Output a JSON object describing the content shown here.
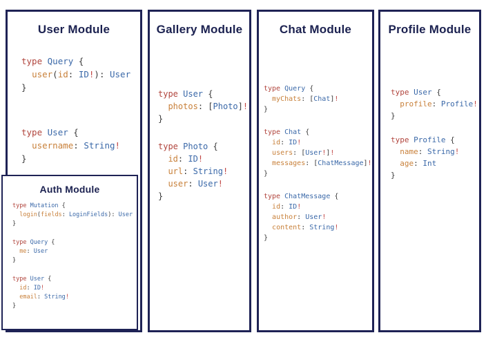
{
  "palette": {
    "background": "#ffffff",
    "border": "#1e2255",
    "title_color": "#1b2150",
    "code_keyword": "#b1453d",
    "code_type": "#3a68a8",
    "code_field": "#c8803a",
    "code_bang": "#c04543",
    "code_punct": "#3b3b3b"
  },
  "modules": [
    {
      "id": "user",
      "title": "User Module",
      "blocks": [
        {
          "lines": [
            [
              [
                "keyword",
                "type "
              ],
              [
                "type",
                "Query"
              ],
              [
                "punct",
                " {"
              ]
            ],
            [
              [
                "punct",
                "  "
              ],
              [
                "field",
                "user"
              ],
              [
                "punct",
                "("
              ],
              [
                "field",
                "id"
              ],
              [
                "punct",
                ": "
              ],
              [
                "type",
                "ID"
              ],
              [
                "bang",
                "!"
              ],
              [
                "punct",
                "): "
              ],
              [
                "type",
                "User"
              ]
            ],
            [
              [
                "punct",
                "}"
              ]
            ]
          ]
        },
        {
          "lines": [
            [
              [
                "keyword",
                "type "
              ],
              [
                "type",
                "User"
              ],
              [
                "punct",
                " {"
              ]
            ],
            [
              [
                "punct",
                "  "
              ],
              [
                "field",
                "username"
              ],
              [
                "punct",
                ": "
              ],
              [
                "type",
                "String"
              ],
              [
                "bang",
                "!"
              ]
            ],
            [
              [
                "punct",
                "}"
              ]
            ]
          ]
        }
      ]
    },
    {
      "id": "auth",
      "title": "Auth Module",
      "blocks": [
        {
          "lines": [
            [
              [
                "keyword",
                "type "
              ],
              [
                "type",
                "Mutation"
              ],
              [
                "punct",
                " {"
              ]
            ],
            [
              [
                "punct",
                "  "
              ],
              [
                "field",
                "login"
              ],
              [
                "punct",
                "("
              ],
              [
                "field",
                "fields"
              ],
              [
                "punct",
                ": "
              ],
              [
                "type",
                "LoginFields"
              ],
              [
                "punct",
                "): "
              ],
              [
                "type",
                "User"
              ]
            ],
            [
              [
                "punct",
                "}"
              ]
            ]
          ]
        },
        {
          "lines": [
            [
              [
                "keyword",
                "type "
              ],
              [
                "type",
                "Query"
              ],
              [
                "punct",
                " {"
              ]
            ],
            [
              [
                "punct",
                "  "
              ],
              [
                "field",
                "me"
              ],
              [
                "punct",
                ": "
              ],
              [
                "type",
                "User"
              ]
            ],
            [
              [
                "punct",
                "}"
              ]
            ]
          ]
        },
        {
          "lines": [
            [
              [
                "keyword",
                "type "
              ],
              [
                "type",
                "User"
              ],
              [
                "punct",
                " {"
              ]
            ],
            [
              [
                "punct",
                "  "
              ],
              [
                "field",
                "id"
              ],
              [
                "punct",
                ": "
              ],
              [
                "type",
                "ID"
              ],
              [
                "bang",
                "!"
              ]
            ],
            [
              [
                "punct",
                "  "
              ],
              [
                "field",
                "email"
              ],
              [
                "punct",
                ": "
              ],
              [
                "type",
                "String"
              ],
              [
                "bang",
                "!"
              ]
            ],
            [
              [
                "punct",
                "}"
              ]
            ]
          ]
        }
      ]
    },
    {
      "id": "gallery",
      "title": "Gallery Module",
      "blocks": [
        {
          "lines": [
            [
              [
                "keyword",
                "type "
              ],
              [
                "type",
                "User"
              ],
              [
                "punct",
                " {"
              ]
            ],
            [
              [
                "punct",
                "  "
              ],
              [
                "field",
                "photos"
              ],
              [
                "punct",
                ": ["
              ],
              [
                "type",
                "Photo"
              ],
              [
                "punct",
                "]"
              ],
              [
                "bang",
                "!"
              ]
            ],
            [
              [
                "punct",
                "}"
              ]
            ]
          ]
        },
        {
          "lines": [
            [
              [
                "keyword",
                "type "
              ],
              [
                "type",
                "Photo"
              ],
              [
                "punct",
                " {"
              ]
            ],
            [
              [
                "punct",
                "  "
              ],
              [
                "field",
                "id"
              ],
              [
                "punct",
                ": "
              ],
              [
                "type",
                "ID"
              ],
              [
                "bang",
                "!"
              ]
            ],
            [
              [
                "punct",
                "  "
              ],
              [
                "field",
                "url"
              ],
              [
                "punct",
                ": "
              ],
              [
                "type",
                "String"
              ],
              [
                "bang",
                "!"
              ]
            ],
            [
              [
                "punct",
                "  "
              ],
              [
                "field",
                "user"
              ],
              [
                "punct",
                ": "
              ],
              [
                "type",
                "User"
              ],
              [
                "bang",
                "!"
              ]
            ],
            [
              [
                "punct",
                "}"
              ]
            ]
          ]
        }
      ]
    },
    {
      "id": "chat",
      "title": "Chat Module",
      "blocks": [
        {
          "lines": [
            [
              [
                "keyword",
                "type "
              ],
              [
                "type",
                "Query"
              ],
              [
                "punct",
                " {"
              ]
            ],
            [
              [
                "punct",
                "  "
              ],
              [
                "field",
                "myChats"
              ],
              [
                "punct",
                ": ["
              ],
              [
                "type",
                "Chat"
              ],
              [
                "punct",
                "]"
              ],
              [
                "bang",
                "!"
              ]
            ],
            [
              [
                "punct",
                "}"
              ]
            ]
          ]
        },
        {
          "lines": [
            [
              [
                "keyword",
                "type "
              ],
              [
                "type",
                "Chat"
              ],
              [
                "punct",
                " {"
              ]
            ],
            [
              [
                "punct",
                "  "
              ],
              [
                "field",
                "id"
              ],
              [
                "punct",
                ": "
              ],
              [
                "type",
                "ID"
              ],
              [
                "bang",
                "!"
              ]
            ],
            [
              [
                "punct",
                "  "
              ],
              [
                "field",
                "users"
              ],
              [
                "punct",
                ": ["
              ],
              [
                "type",
                "User"
              ],
              [
                "bang",
                "!"
              ],
              [
                "punct",
                "]"
              ],
              [
                "bang",
                "!"
              ]
            ],
            [
              [
                "punct",
                "  "
              ],
              [
                "field",
                "messages"
              ],
              [
                "punct",
                ": ["
              ],
              [
                "type",
                "ChatMessage"
              ],
              [
                "punct",
                "]"
              ],
              [
                "bang",
                "!"
              ]
            ],
            [
              [
                "punct",
                "}"
              ]
            ]
          ]
        },
        {
          "lines": [
            [
              [
                "keyword",
                "type "
              ],
              [
                "type",
                "ChatMessage"
              ],
              [
                "punct",
                " {"
              ]
            ],
            [
              [
                "punct",
                "  "
              ],
              [
                "field",
                "id"
              ],
              [
                "punct",
                ": "
              ],
              [
                "type",
                "ID"
              ],
              [
                "bang",
                "!"
              ]
            ],
            [
              [
                "punct",
                "  "
              ],
              [
                "field",
                "author"
              ],
              [
                "punct",
                ": "
              ],
              [
                "type",
                "User"
              ],
              [
                "bang",
                "!"
              ]
            ],
            [
              [
                "punct",
                "  "
              ],
              [
                "field",
                "content"
              ],
              [
                "punct",
                ": "
              ],
              [
                "type",
                "String"
              ],
              [
                "bang",
                "!"
              ]
            ],
            [
              [
                "punct",
                "}"
              ]
            ]
          ]
        }
      ]
    },
    {
      "id": "profile",
      "title": "Profile Module",
      "blocks": [
        {
          "lines": [
            [
              [
                "keyword",
                "type "
              ],
              [
                "type",
                "User"
              ],
              [
                "punct",
                " {"
              ]
            ],
            [
              [
                "punct",
                "  "
              ],
              [
                "field",
                "profile"
              ],
              [
                "punct",
                ": "
              ],
              [
                "type",
                "Profile"
              ],
              [
                "bang",
                "!"
              ]
            ],
            [
              [
                "punct",
                "}"
              ]
            ]
          ]
        },
        {
          "lines": [
            [
              [
                "keyword",
                "type "
              ],
              [
                "type",
                "Profile"
              ],
              [
                "punct",
                " {"
              ]
            ],
            [
              [
                "punct",
                "  "
              ],
              [
                "field",
                "name"
              ],
              [
                "punct",
                ": "
              ],
              [
                "type",
                "String"
              ],
              [
                "bang",
                "!"
              ]
            ],
            [
              [
                "punct",
                "  "
              ],
              [
                "field",
                "age"
              ],
              [
                "punct",
                ": "
              ],
              [
                "type",
                "Int"
              ]
            ],
            [
              [
                "punct",
                "}"
              ]
            ]
          ]
        }
      ]
    }
  ]
}
